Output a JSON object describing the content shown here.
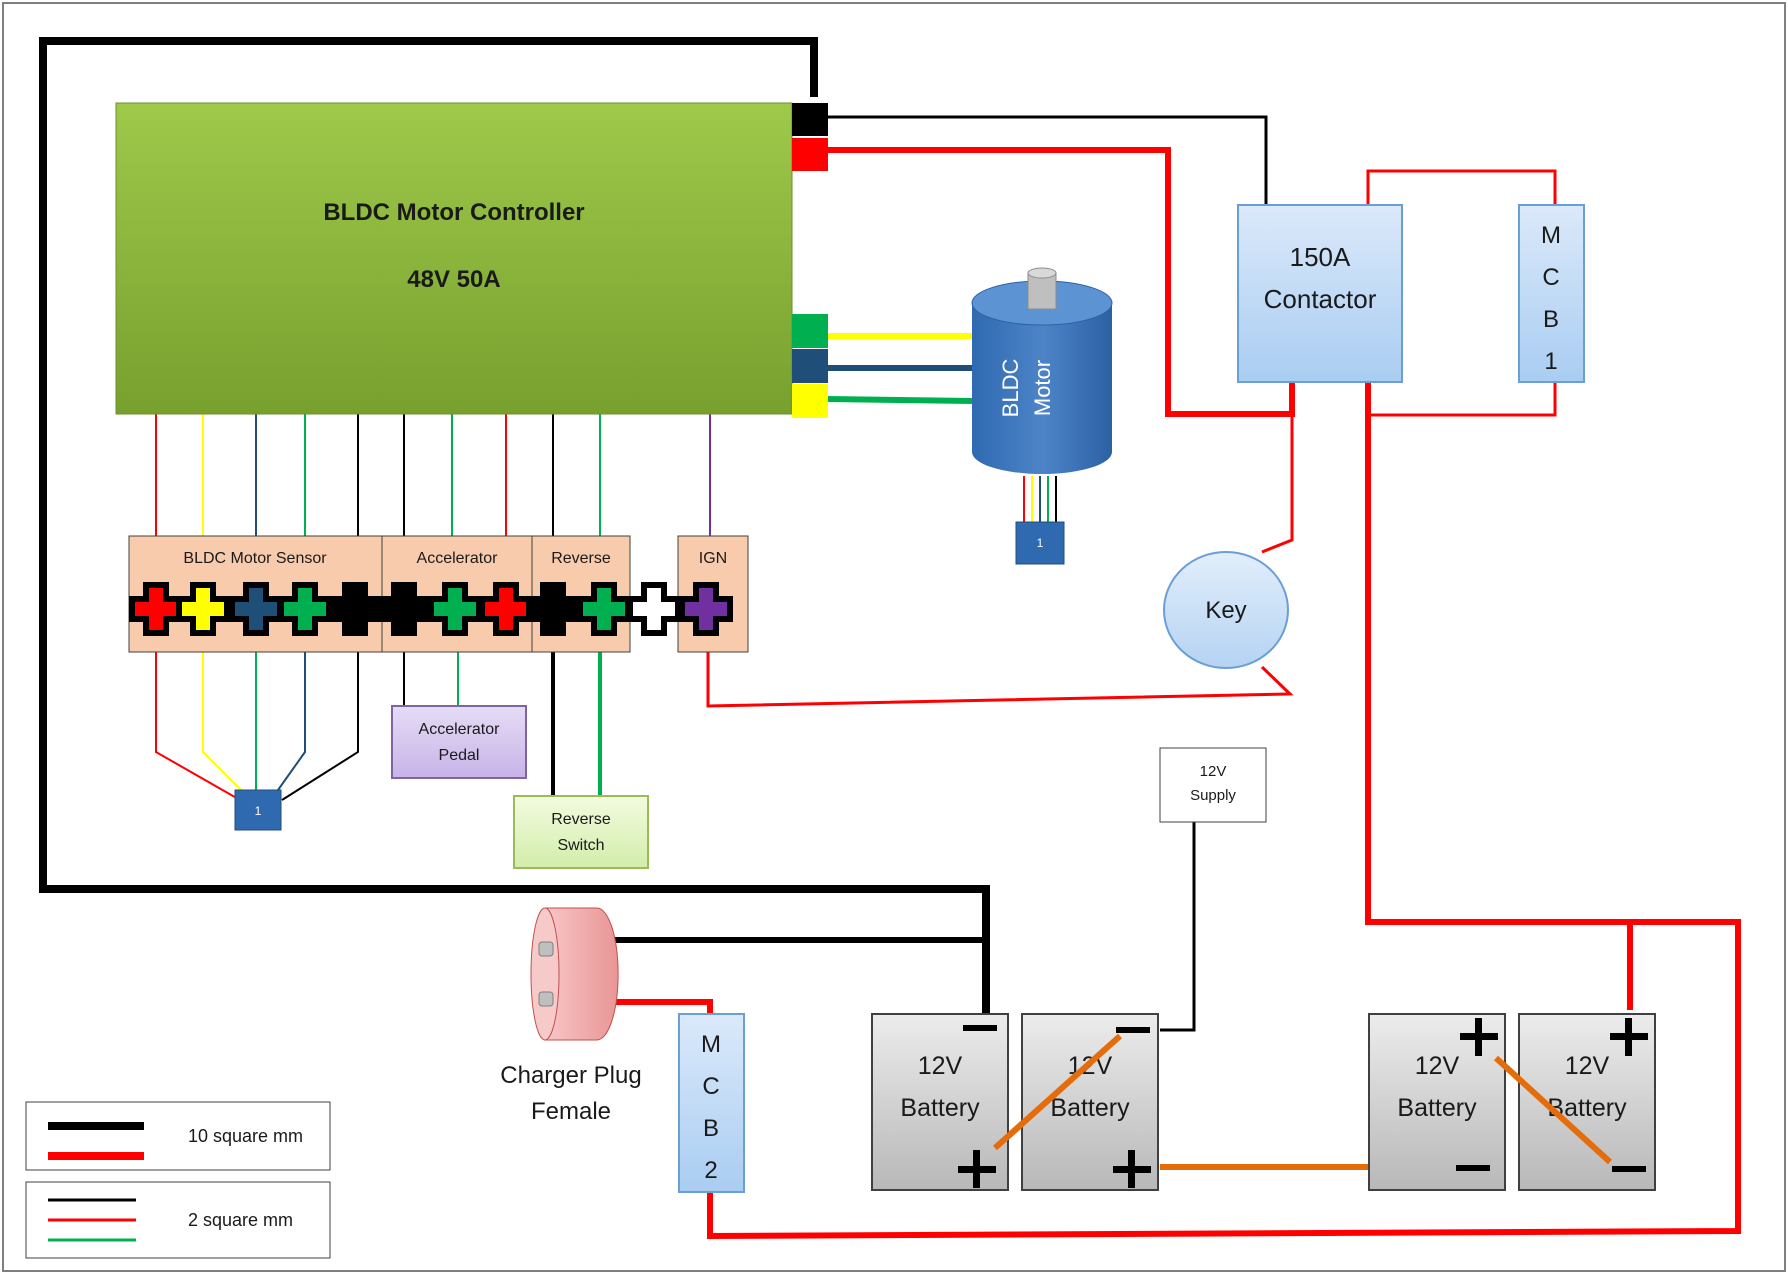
{
  "controller": {
    "title": "BLDC Motor Controller",
    "rating": "48V 50A"
  },
  "motor": {
    "label_line1": "BLDC",
    "label_line2": "Motor",
    "connector_label": "1"
  },
  "contactor": {
    "line1": "150A",
    "line2": "Contactor"
  },
  "mcb1": {
    "letters": [
      "M",
      "C",
      "B",
      "1"
    ]
  },
  "mcb2": {
    "letters": [
      "M",
      "C",
      "B",
      "2"
    ]
  },
  "key": {
    "label": "Key"
  },
  "connectors": {
    "sensor": "BLDC Motor Sensor",
    "accelerator": "Accelerator",
    "reverse": "Reverse",
    "ign": "IGN"
  },
  "sensor_plug": {
    "label": "1"
  },
  "accelerator_pedal": {
    "line1": "Accelerator",
    "line2": "Pedal"
  },
  "reverse_switch": {
    "line1": "Reverse",
    "line2": "Switch"
  },
  "supply": {
    "line1": "12V",
    "line2": "Supply"
  },
  "charger": {
    "line1": "Charger Plug",
    "line2": "Female"
  },
  "batteries": [
    {
      "line1": "12V",
      "line2": "Battery"
    },
    {
      "line1": "12V",
      "line2": "Battery"
    },
    {
      "line1": "12V",
      "line2": "Battery"
    },
    {
      "line1": "12V",
      "line2": "Battery"
    }
  ],
  "legend": {
    "thick_label": "10 square mm",
    "thin_label": "2 square mm"
  },
  "colors": {
    "controller_green": "#8fbc3f",
    "wire_black": "#000000",
    "wire_red": "#ff0000",
    "wire_yellow": "#ffff00",
    "wire_blue": "#1f4e79",
    "wire_green": "#00b050",
    "wire_orange": "#e46c0a",
    "connector_peach": "#f8cbad",
    "box_blue": "#bdd7ee"
  }
}
